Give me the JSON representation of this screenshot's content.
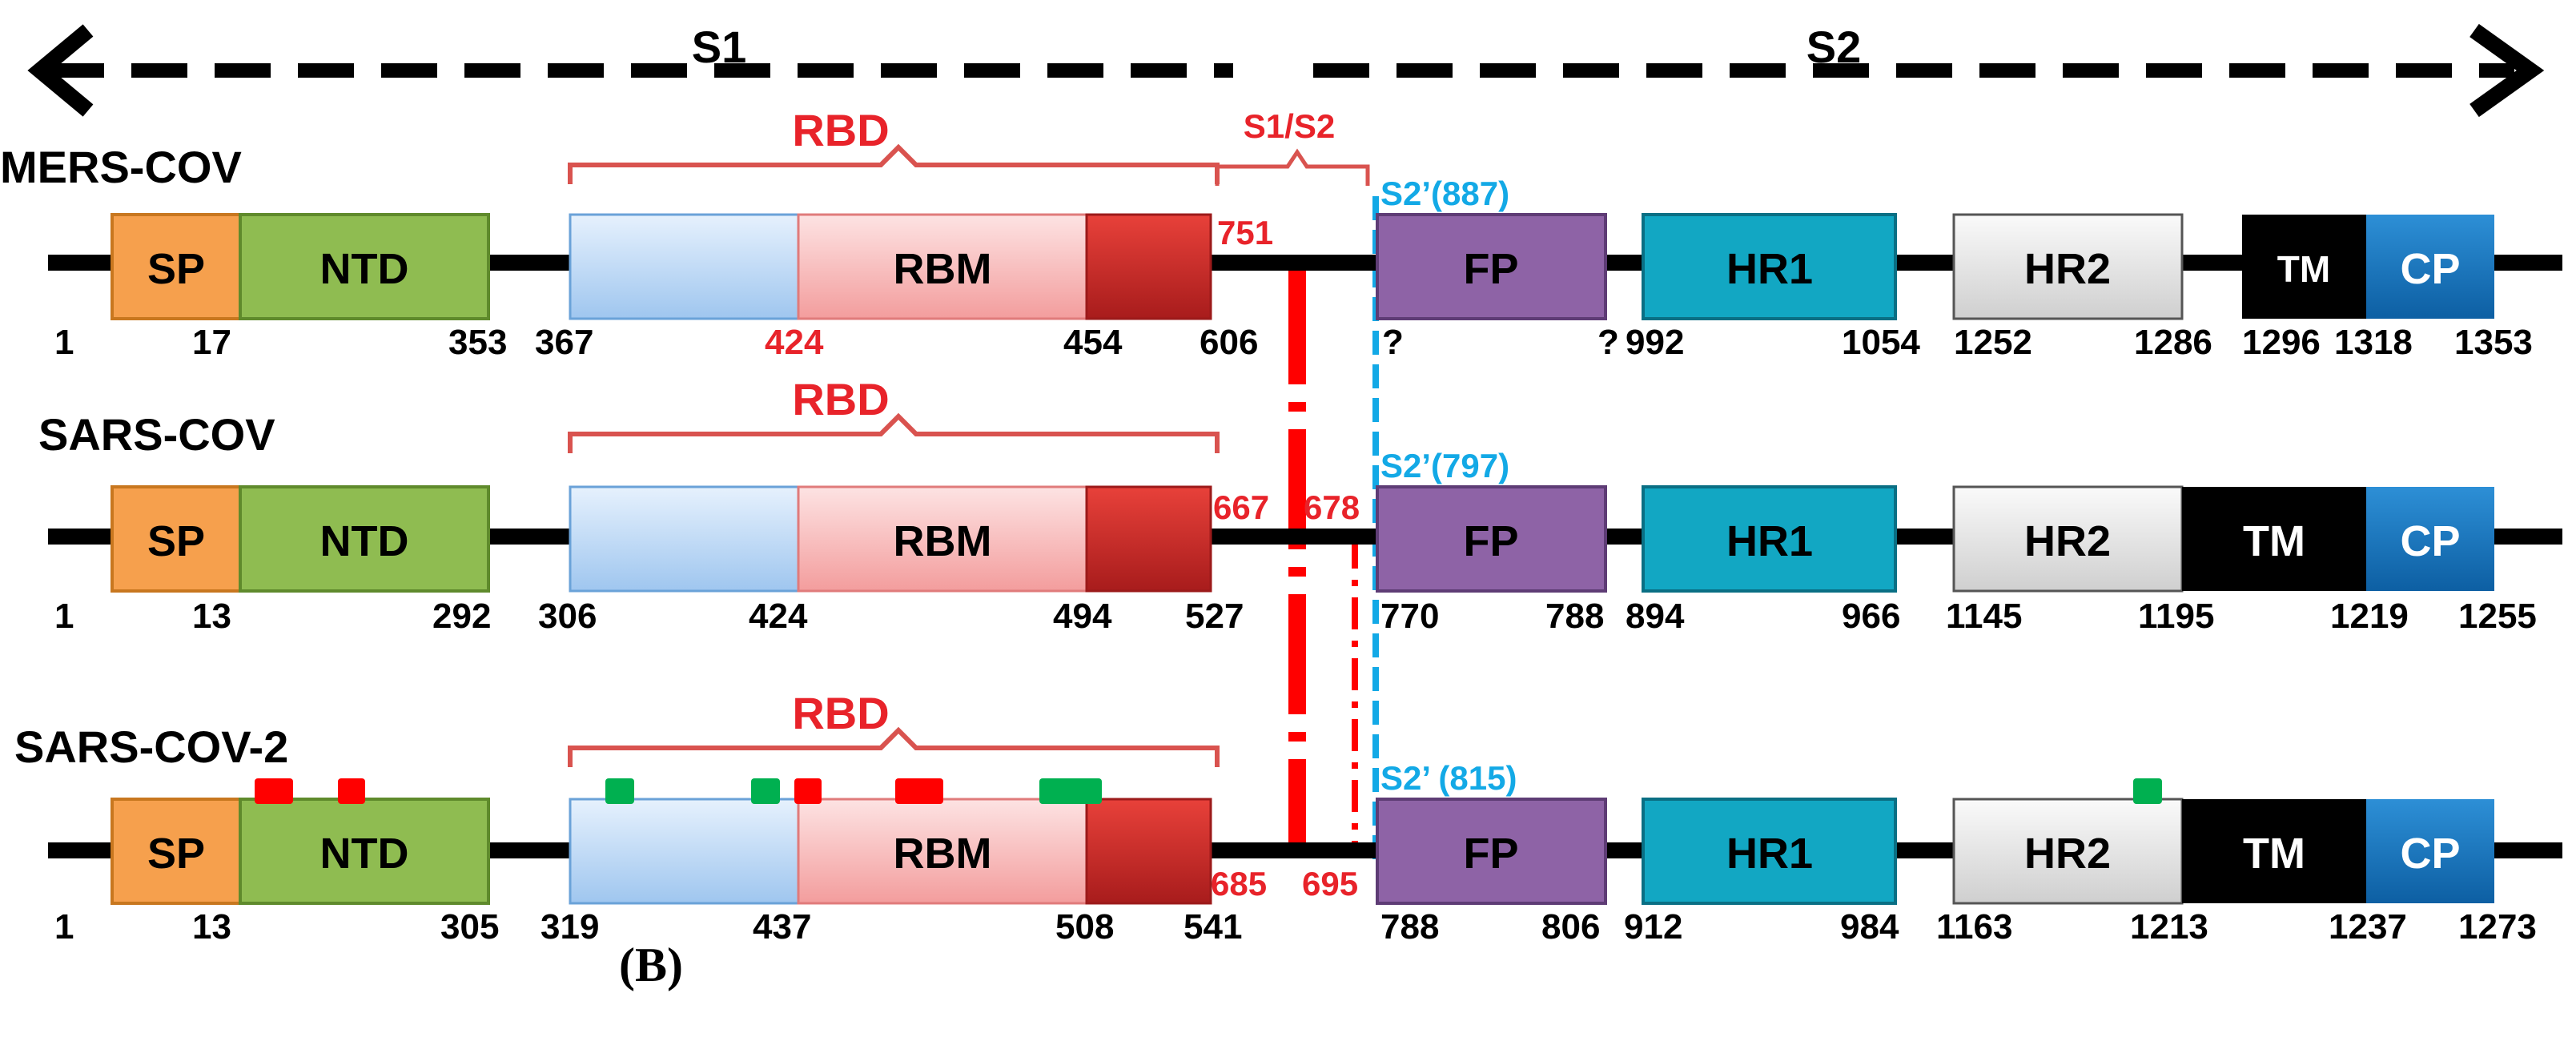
{
  "figure": {
    "caption": "(B)",
    "s1_label": "S1",
    "s2_label": "S2"
  },
  "colors": {
    "sp": "#f6a04d",
    "ntd": "#8fbc51",
    "rbm": "#f8b0b0",
    "rbd_dark": "#c62828",
    "fp": "#8e63a6",
    "hr1": "#12a7c3",
    "hr2": "#e6e6e6",
    "tm": "#000000",
    "cp": "#1a7bc0",
    "red_label": "#e8232a",
    "cyan_label": "#13a9e6",
    "glyco_red": "#ff0000",
    "glyco_green": "#00b050"
  },
  "rows": [
    {
      "name": "MERS-COV",
      "domains": [
        "SP",
        "NTD",
        "RBM",
        "FP",
        "HR1",
        "HR2",
        "TM",
        "CP"
      ],
      "rbd_label": "RBD",
      "s1s2_label": "S1/S2",
      "cleavage_left": "751",
      "cleavage_right": "",
      "s2prime": "S2’(887)",
      "positions": [
        "1",
        "17",
        "353",
        "367",
        "424",
        "454",
        "606",
        "?",
        "?",
        "992",
        "1054",
        "1252",
        "1286",
        "1296",
        "1318",
        "1353"
      ]
    },
    {
      "name": "SARS-COV",
      "domains": [
        "SP",
        "NTD",
        "RBM",
        "FP",
        "HR1",
        "HR2",
        "TM",
        "CP"
      ],
      "rbd_label": "RBD",
      "cleavage_left": "667",
      "cleavage_right": "678",
      "s2prime": "S2’(797)",
      "positions": [
        "1",
        "13",
        "292",
        "306",
        "424",
        "494",
        "527",
        "770",
        "788",
        "894",
        "966",
        "1145",
        "1195",
        "1219",
        "1255"
      ]
    },
    {
      "name": "SARS-COV-2",
      "domains": [
        "SP",
        "NTD",
        "RBM",
        "FP",
        "HR1",
        "HR2",
        "TM",
        "CP"
      ],
      "rbd_label": "RBD",
      "cleavage_left": "685",
      "cleavage_right": "695",
      "s2prime": "S2’ (815)",
      "positions": [
        "1",
        "13",
        "305",
        "319",
        "437",
        "508",
        "541",
        "788",
        "806",
        "912",
        "984",
        "1163",
        "1213",
        "1237",
        "1273"
      ]
    }
  ]
}
